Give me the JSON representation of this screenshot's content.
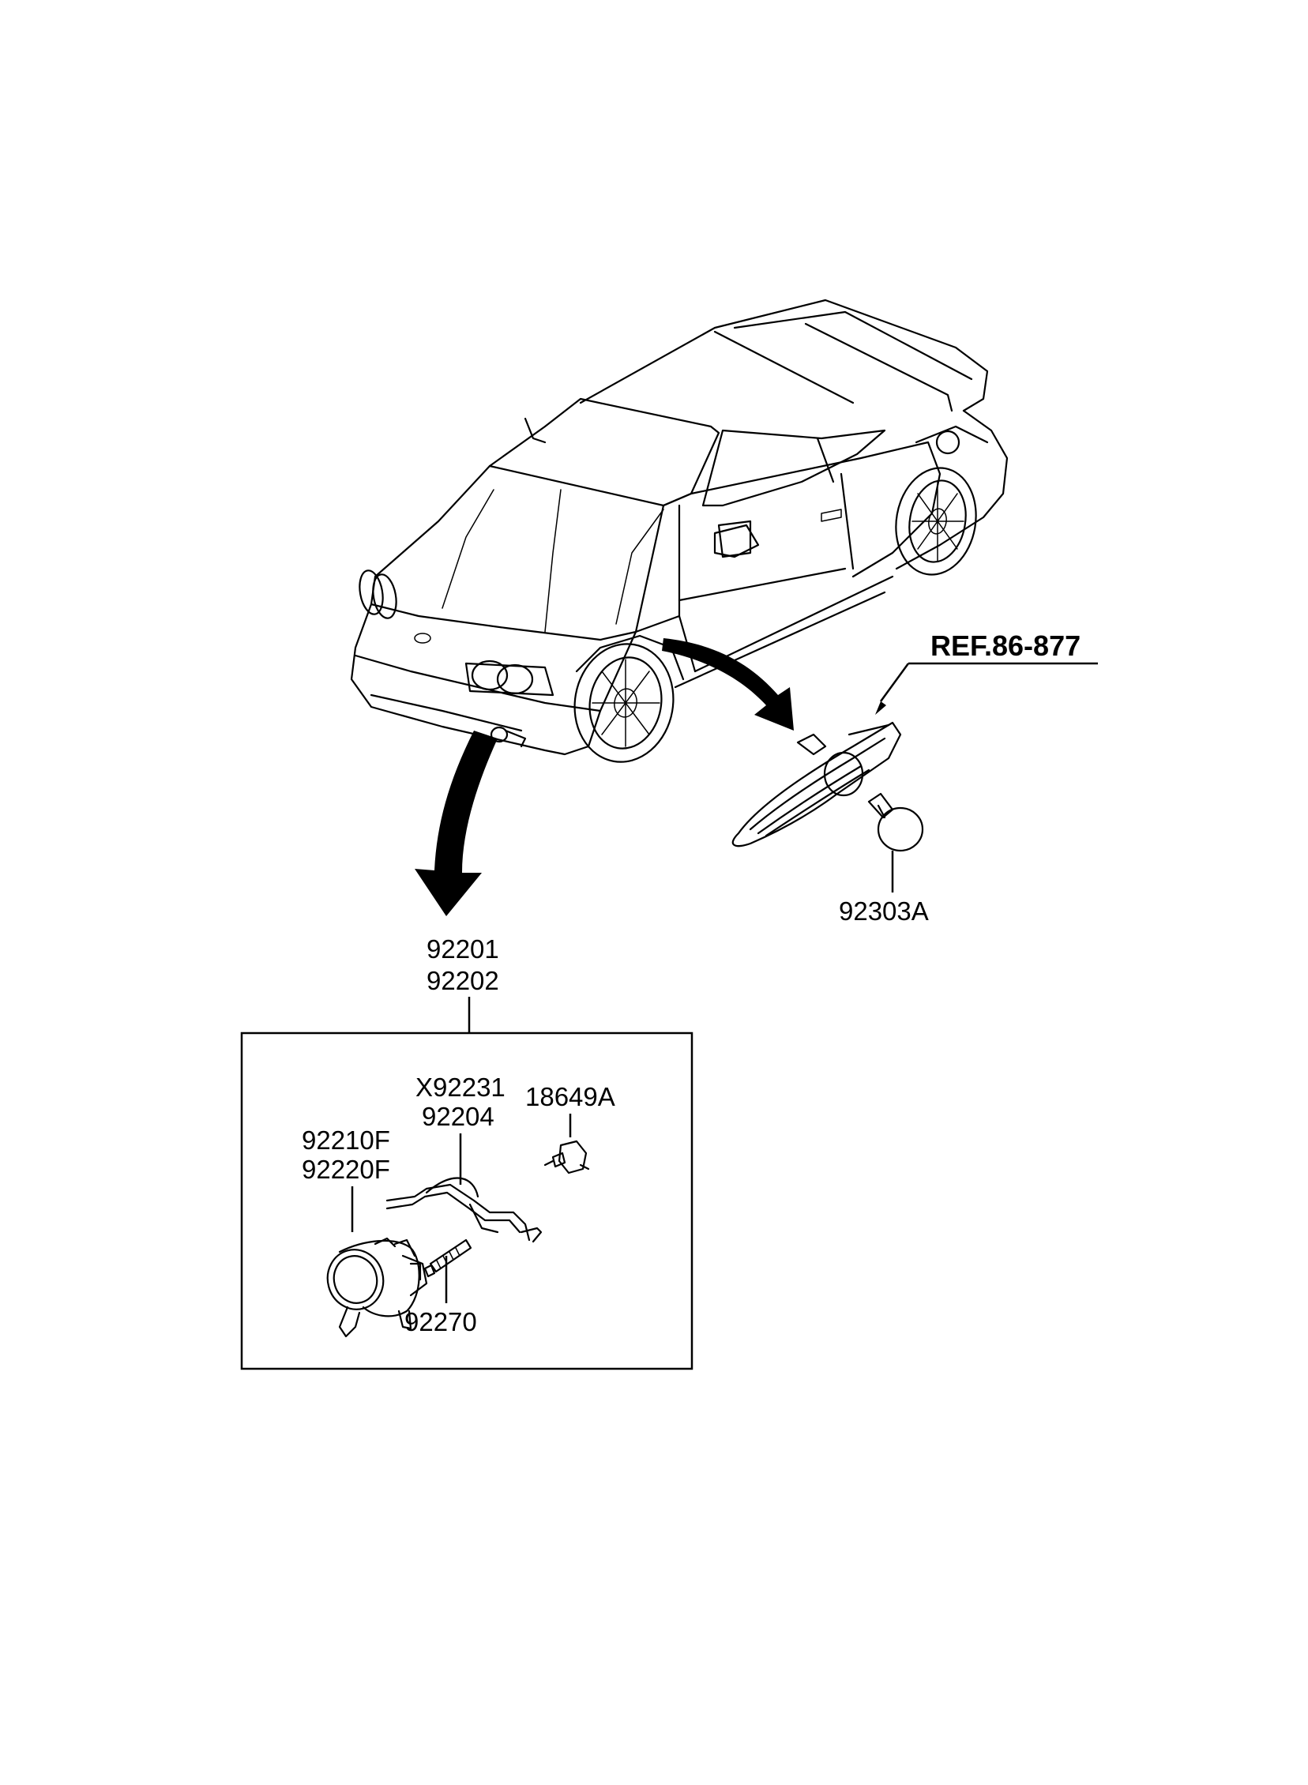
{
  "reference": "REF.86-877",
  "labels": {
    "side_marker_bulb": "92303A",
    "fog_lamp_assy_1": "92201",
    "fog_lamp_assy_2": "92202",
    "wiring_1": "X92231",
    "wiring_2": "92204",
    "socket": "18649A",
    "lamp_body_1": "92210F",
    "lamp_body_2": "92220F",
    "bulb": "92270"
  },
  "colors": {
    "line": "#000000",
    "background": "#ffffff"
  }
}
